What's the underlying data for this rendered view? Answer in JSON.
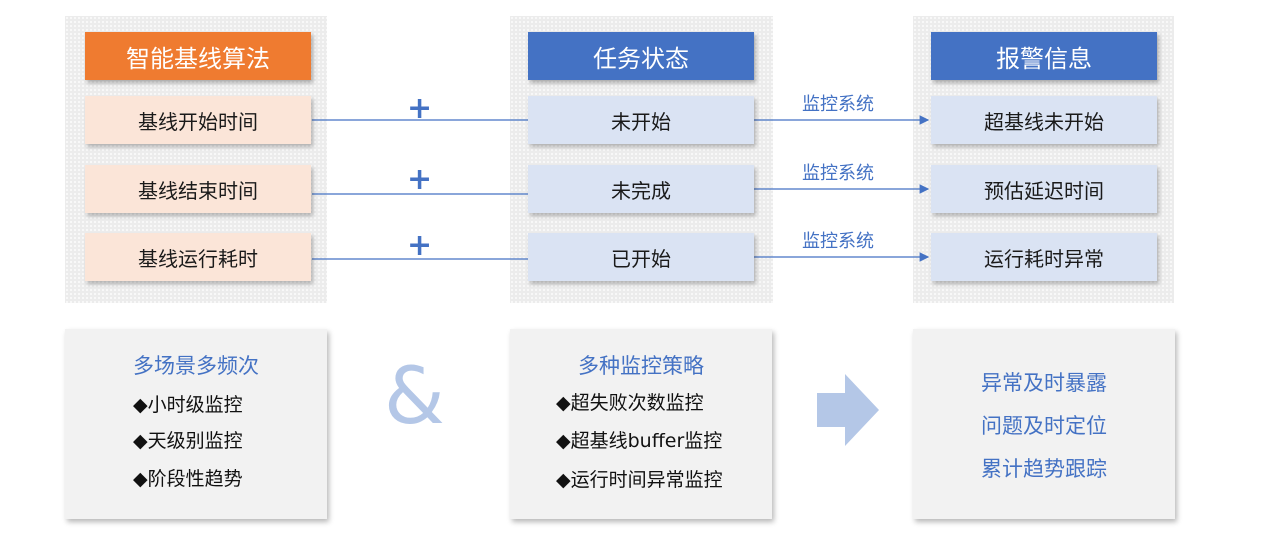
{
  "columns": {
    "algorithm": {
      "header": "智能基线算法",
      "items": [
        "基线开始时间",
        "基线结束时间",
        "基线运行耗时"
      ]
    },
    "task_status": {
      "header": "任务状态",
      "items": [
        "未开始",
        "未完成",
        "已开始"
      ]
    },
    "alerts": {
      "header": "报警信息",
      "items": [
        "超基线未开始",
        "预估延迟时间",
        "运行耗时异常"
      ]
    }
  },
  "plus_symbol": "+",
  "connector_label": "监控系统",
  "bottom": {
    "scenarios": {
      "title": "多场景多频次",
      "items": [
        "◆小时级监控",
        "◆天级别监控",
        "◆阶段性趋势"
      ]
    },
    "ampersand": "&",
    "strategies": {
      "title": "多种监控策略",
      "items": [
        "◆超失败次数监控",
        "◆超基线buffer监控",
        "◆运行时间异常监控"
      ]
    },
    "results": {
      "items": [
        "异常及时暴露",
        "问题及时定位",
        "累计趋势跟踪"
      ]
    }
  },
  "colors": {
    "orange_header": "#ef7b30",
    "blue_header": "#4472c4",
    "peach_cell": "#fbe5d8",
    "light_blue_cell": "#dae3f3",
    "accent_text": "#4472c4",
    "arrow": "#b4c7e7"
  }
}
